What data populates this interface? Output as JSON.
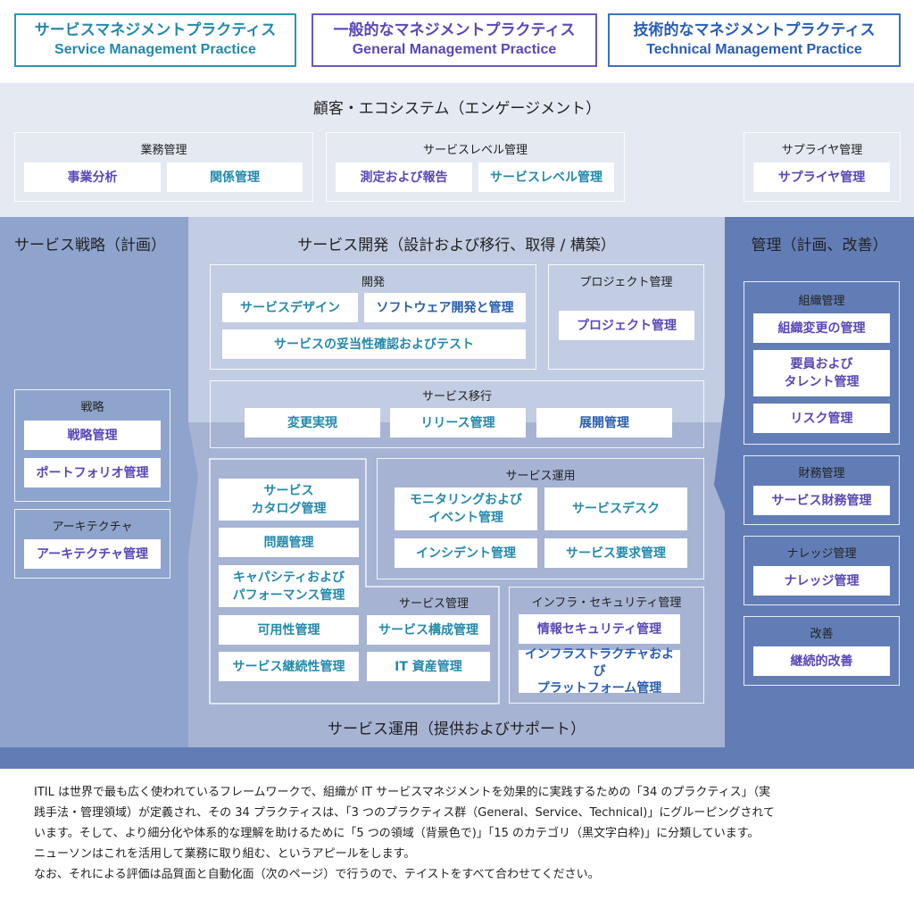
{
  "legend": {
    "service": {
      "jp": "サービスマネジメントプラクティス",
      "en": "Service Management Practice",
      "color": "#2589ab"
    },
    "general": {
      "jp": "一般的なマネジメントプラクティス",
      "en": "General Management Practice",
      "color": "#5a47b8"
    },
    "technical": {
      "jp": "技術的なマネジメントプラクティス",
      "en": "Technical Management Practice",
      "color": "#285eb2"
    }
  },
  "engagement": {
    "title": "顧客・エコシステム（エンゲージメント）",
    "categories": [
      {
        "label": "業務管理",
        "items": [
          {
            "label": "事業分析",
            "type": "general"
          },
          {
            "label": "関係管理",
            "type": "service"
          }
        ]
      },
      {
        "label": "サービスレベル管理",
        "items": [
          {
            "label": "測定および報告",
            "type": "general"
          },
          {
            "label": "サービスレベル管理",
            "type": "service"
          }
        ]
      },
      {
        "label": "サプライヤ管理",
        "items": [
          {
            "label": "サプライヤ管理",
            "type": "general"
          }
        ]
      }
    ]
  },
  "strategy": {
    "title": "サービス戦略（計画）",
    "categories": [
      {
        "label": "戦略",
        "items": [
          {
            "label": "戦略管理",
            "type": "general"
          },
          {
            "label": "ポートフォリオ管理",
            "type": "general"
          }
        ]
      },
      {
        "label": "アーキテクチャ",
        "items": [
          {
            "label": "アーキテクチャ管理",
            "type": "general"
          }
        ]
      }
    ]
  },
  "development": {
    "title": "サービス開発（設計および移行、取得 / 構築）",
    "categories": [
      {
        "label": "開発",
        "items": [
          {
            "label": "サービスデザイン",
            "type": "service"
          },
          {
            "label": "ソフトウェア開発と管理",
            "type": "technical"
          },
          {
            "label": "サービスの妥当性確認およびテスト",
            "type": "service"
          }
        ]
      },
      {
        "label": "プロジェクト管理",
        "items": [
          {
            "label": "プロジェクト管理",
            "type": "general"
          }
        ]
      },
      {
        "label": "サービス移行",
        "items": [
          {
            "label": "変更実現",
            "type": "service"
          },
          {
            "label": "リリース管理",
            "type": "service"
          },
          {
            "label": "展開管理",
            "type": "technical"
          }
        ]
      }
    ]
  },
  "operation": {
    "title": "サービス運用（提供およびサポート）",
    "left_items": [
      {
        "label": "サービス\nカタログ管理",
        "type": "service"
      },
      {
        "label": "問題管理",
        "type": "service"
      },
      {
        "label": "キャパシティおよび\nパフォーマンス管理",
        "type": "service"
      },
      {
        "label": "可用性管理",
        "type": "service"
      },
      {
        "label": "サービス継続性管理",
        "type": "service"
      }
    ],
    "categories": [
      {
        "label": "サービス運用",
        "items": [
          {
            "label": "モニタリングおよび\nイベント管理",
            "type": "service"
          },
          {
            "label": "サービスデスク",
            "type": "service"
          },
          {
            "label": "インシデント管理",
            "type": "service"
          },
          {
            "label": "サービス要求管理",
            "type": "service"
          }
        ]
      },
      {
        "label": "サービス管理",
        "items": [
          {
            "label": "サービス構成管理",
            "type": "service"
          },
          {
            "label": "IT 資産管理",
            "type": "service"
          }
        ]
      },
      {
        "label": "インフラ・セキュリティ管理",
        "items": [
          {
            "label": "情報セキュリティ管理",
            "type": "general"
          },
          {
            "label": "インフラストラクチャおよび\nプラットフォーム管理",
            "type": "technical"
          }
        ]
      }
    ]
  },
  "management": {
    "title": "管理（計画、改善）",
    "categories": [
      {
        "label": "組織管理",
        "items": [
          {
            "label": "組織変更の管理",
            "type": "general"
          },
          {
            "label": "要員および\nタレント管理",
            "type": "general"
          },
          {
            "label": "リスク管理",
            "type": "general"
          }
        ]
      },
      {
        "label": "財務管理",
        "items": [
          {
            "label": "サービス財務管理",
            "type": "general"
          }
        ]
      },
      {
        "label": "ナレッジ管理",
        "items": [
          {
            "label": "ナレッジ管理",
            "type": "general"
          }
        ]
      },
      {
        "label": "改善",
        "items": [
          {
            "label": "継続的改善",
            "type": "general"
          }
        ]
      }
    ]
  },
  "description": [
    "ITIL は世界で最も広く使われているフレームワークで、組織が IT サービスマネジメントを効果的に実践するための「34 のプラクティス」（実",
    "践手法・管理領域）が定義され、その 34 プラクティスは、「3 つのプラクティス群（General、Service、Technical)」にグルーピングされて",
    "います。そして、より細分化や体系的な理解を助けるために「5 つの領域（背景色で)」「15 のカテゴリ（黒文字白枠)」に分類しています。",
    "ニューソンはこれを活用して業務に取り組む、というアピールをします。",
    "なお、それによる評価は品質面と自動化面（次のページ）で行うので、テイストをすべて合わせてください。"
  ]
}
